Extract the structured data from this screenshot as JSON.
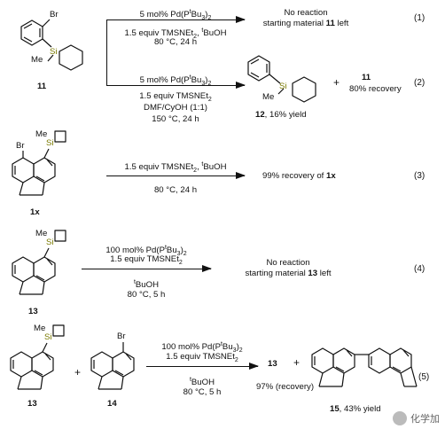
{
  "r1": {
    "cond_top": "5 mol% Pd(P",
    "cond_top_sup": "t",
    "cond_top_end": "Bu",
    "cond_top_sub": "3",
    "cond_top_close": ")",
    "cond_top_sub2": "2",
    "cond_b1": "1.5 equiv TMSNEt",
    "cond_b1_sub": "2",
    "cond_b1_end": ", ",
    "cond_b1_sup": "t",
    "cond_b1_tail": "BuOH",
    "cond_b2": "80 °C, 24 h",
    "result1": "No reaction",
    "result2": "starting material ",
    "result2_b": "11",
    "result2_end": " left",
    "number": "(1)",
    "compound": "11"
  },
  "r2": {
    "cond_top": "5 mol% Pd(P",
    "cond_top_sup": "t",
    "cond_top_end": "Bu",
    "cond_top_sub": "3",
    "cond_top_close": ")",
    "cond_top_sub2": "2",
    "cond_b1": "1.5 equiv TMSNEt",
    "cond_b1_sub": "2",
    "cond_b2": "DMF/CyOH (1:1)",
    "cond_b3": "150 °C, 24 h",
    "plus": "+",
    "p2_label": "11",
    "p2_note": "80% recovery",
    "p1_label": "12",
    "p1_note": ", 16% yield",
    "number": "(2)"
  },
  "r3": {
    "cond_top": "1.5 equiv TMSNEt",
    "cond_top_sub": "2",
    "cond_top_end": ", ",
    "cond_top_sup": "t",
    "cond_top_tail": "BuOH",
    "cond_b1": "80 °C, 24 h",
    "result": "99% recovery of ",
    "result_b": "1x",
    "number": "(3)",
    "compound": "1x"
  },
  "r4": {
    "cond_t1": "100 mol% Pd(P",
    "cond_t1_sup": "t",
    "cond_t1_end": "Bu",
    "cond_t1_sub": "3",
    "cond_t1_close": ")",
    "cond_t1_sub2": "2",
    "cond_t2": "1.5 equiv TMSNEt",
    "cond_t2_sub": "2",
    "cond_b1_sup": "t",
    "cond_b1": "BuOH",
    "cond_b2": "80 °C, 5 h",
    "result1": "No reaction",
    "result2": "starting material ",
    "result2_b": "13",
    "result2_end": " left",
    "number": "(4)",
    "compound": "13"
  },
  "r5": {
    "plus1": "+",
    "cond_t1": "100 mol% Pd(P",
    "cond_t1_sup": "t",
    "cond_t1_end": "Bu",
    "cond_t1_sub": "3",
    "cond_t1_close": ")",
    "cond_t1_sub2": "2",
    "cond_t2": "1.5 equiv TMSNEt",
    "cond_t2_sub": "2",
    "cond_b1_sup": "t",
    "cond_b1": "BuOH",
    "cond_b2": "80 °C, 5 h",
    "prod1": "13",
    "prod1_note": "97% (recovery)",
    "plus2": "+",
    "prod2": "15",
    "prod2_note": ", 43% yield",
    "number": "(5)",
    "sm1": "13",
    "sm2": "14"
  },
  "atoms": {
    "br": "Br",
    "si": "Si",
    "me": "Me"
  },
  "watermark": "化学加",
  "colors": {
    "silicon": "#7a7a00",
    "ink": "#111111"
  }
}
